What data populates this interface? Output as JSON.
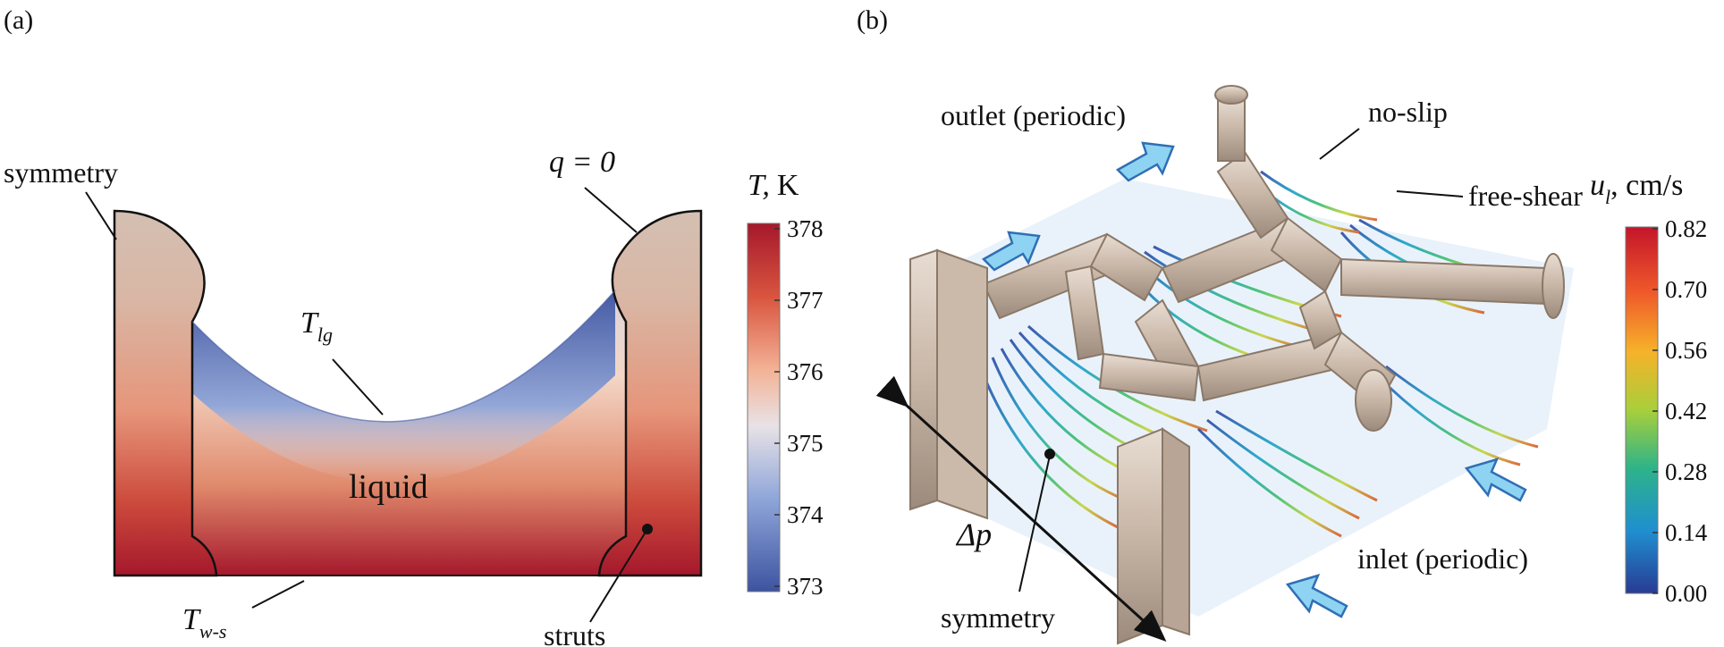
{
  "panel_a": {
    "tag": "(a)",
    "labels": {
      "symmetry": "symmetry",
      "q_zero": "q = 0",
      "T_lg_main": "T",
      "T_lg_sub": "lg",
      "liquid": "liquid",
      "T_ws_main": "T",
      "T_ws_sub": "w-s",
      "struts": "struts"
    },
    "colorbar": {
      "title_var": "T,",
      "title_unit": "K",
      "min": 373,
      "max": 378,
      "ticks": [
        "378",
        "377",
        "376",
        "375",
        "374",
        "373"
      ],
      "colors": {
        "top": "#a5182c",
        "mid": "#e8e2e6",
        "bottom": "#3d53a0"
      }
    }
  },
  "panel_b": {
    "tag": "(b)",
    "labels": {
      "outlet": "outlet (periodic)",
      "no_slip": "no-slip",
      "free_shear": "free-shear",
      "delta_p": "Δp",
      "symmetry": "symmetry",
      "inlet": "inlet (periodic)"
    },
    "colorbar": {
      "title_var": "u",
      "title_sub": "l",
      "title_unit": ", cm/s",
      "min": 0.0,
      "max": 0.82,
      "ticks": [
        "0.82",
        "0.70",
        "0.56",
        "0.42",
        "0.28",
        "0.14",
        "0.00"
      ]
    }
  },
  "colors": {
    "solid": "#d4bfb2",
    "strut_3d": "#c9b8aa",
    "arrow_fill": "#8fd3f2",
    "arrow_stroke": "#2f6fb5",
    "liquid_hot": "#a5182c",
    "liquid_cold": "#3d53a0"
  }
}
